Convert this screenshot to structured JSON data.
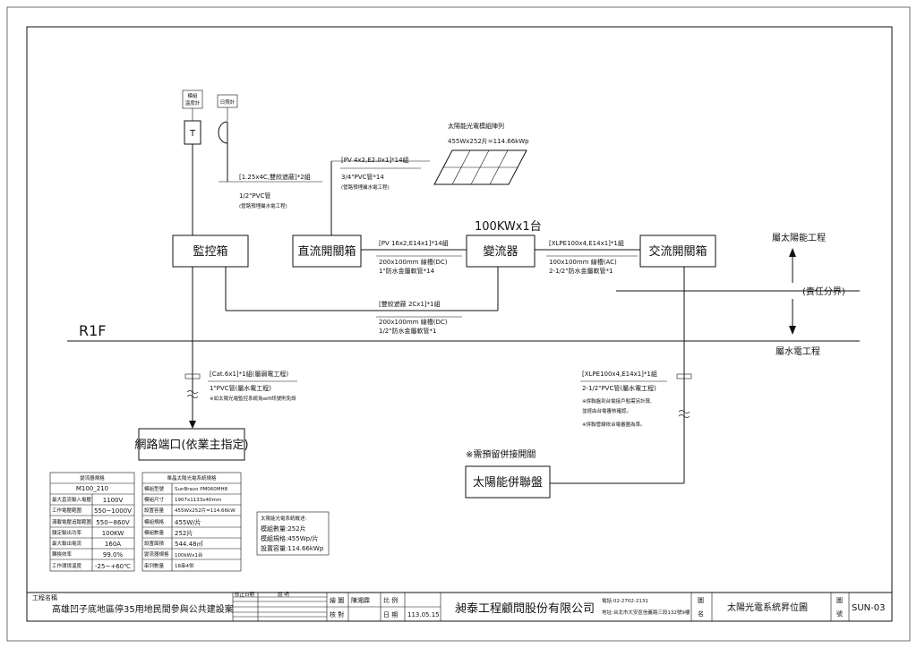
{
  "devices": {
    "temp_meter": {
      "label_1": "模組",
      "label_2": "溫度計",
      "symbol": "T"
    },
    "irradiance_meter": {
      "label": "日照計"
    }
  },
  "pv_array": {
    "title": "太陽能光電模組陣列",
    "capacity": "455Wx252片=114.66kWp"
  },
  "boxes": {
    "monitor": "監控箱",
    "dc_switch": "直流開關箱",
    "inverter": "變流器",
    "inverter_rating": "100KWx1台",
    "ac_switch": "交流開關箱",
    "network": "網路端口(依業主指定)",
    "parallel_panel": "太陽能併聯盤"
  },
  "cables": {
    "monitor_top": {
      "spec": "[1.25x4C,雙絞遮蔽]*2組",
      "conduit": "1/2\"PVC管",
      "note": "(管路預埋屬水電工程)"
    },
    "pv_to_dc": {
      "spec": "[PV 4x2,E2.0x1]*14組",
      "conduit": "3/4\"PVC管*14",
      "note": "(管路預埋屬水電工程)"
    },
    "dc_to_inv": {
      "spec": "[PV 16x2,E14x1]*14組",
      "tray": "200x100mm 線槽(DC)",
      "conduit": "1\"防水金屬軟管*14"
    },
    "inv_to_ac": {
      "spec": "[XLPE100x4,E14x1]*1組",
      "tray": "100x100mm 線槽(AC)",
      "conduit": "2-1/2\"防水金屬軟管*1"
    },
    "monitor_loop": {
      "spec": "[雙絞遮蔽 2Cx1]*1組",
      "tray": "200x100mm 線槽(DC)",
      "conduit": "1/2\"防水金屬軟管*1"
    },
    "network_down": {
      "spec": "[Cat.6x1]*1組(屬弱電工程)",
      "conduit": "1\"PVC管(屬水電工程)",
      "note": "※如太陽光電監控系統為wifi訊號則免設"
    },
    "ac_down": {
      "spec": "[XLPE100x4,E14x1]*1組",
      "conduit": "2-1/2\"PVC管(屬水電工程)",
      "note_1": "※併聯盤到台電接戶點需另計算,",
      "note_2": "並經由台電審核確認。",
      "note_3": "※併聯管線依台電審圖為準。"
    }
  },
  "labels": {
    "floor": "R1F",
    "solar_work": "屬太陽能工程",
    "boundary": "(責任分界)",
    "plumbing_work": "屬水電工程",
    "reserve_note": "※需預留併接開關"
  },
  "inverter_table": {
    "title": "變流器規格",
    "model": "M100_210",
    "rows": [
      {
        "k": "最大直流輸入電壓",
        "v": "1100V"
      },
      {
        "k": "工作電壓範圍",
        "v": "550~1000V"
      },
      {
        "k": "滿載電壓追蹤範圍",
        "v": "550~860V"
      },
      {
        "k": "額定輸出功率",
        "v": "100KW"
      },
      {
        "k": "最大輸出電流",
        "v": "160A"
      },
      {
        "k": "轉換效率",
        "v": "99.0%"
      },
      {
        "k": "工作環境溫度",
        "v": "-25~+60℃"
      }
    ]
  },
  "module_table": {
    "title": "單晶太陽光電系統規格",
    "rows": [
      {
        "k": "模組型號",
        "v": "SunBravo PM060MH8"
      },
      {
        "k": "模組尺寸",
        "v": "1907x1133x40mm"
      },
      {
        "k": "設置容量",
        "v": "455Wx252片=114.66kW"
      },
      {
        "k": "模組規格",
        "v": "455W/片"
      },
      {
        "k": "模組數量",
        "v": "252片"
      },
      {
        "k": "設置面積",
        "v": "544.48㎡"
      },
      {
        "k": "變流器規格",
        "v": "100kWx1台"
      },
      {
        "k": "串列數量",
        "v": "18串4併"
      }
    ]
  },
  "summary": {
    "title": "太陽能光電系統概述:",
    "line_1": "模組數量:252片",
    "line_2": "模組規格:455Wp/片",
    "line_3": "設置容量:114.66kWp"
  },
  "titleblock": {
    "project_label": "工程名稱",
    "project_name": "高雄凹子底地區停35用地民間參與公共建設案",
    "revision_date": "修正日期",
    "revision_desc": "說 明",
    "drawn_label": "繪 圖",
    "drawn_by": "陳湘霖",
    "checked_label": "核 對",
    "scale_label": "比 例",
    "date_label": "日 期",
    "date": "113.05.15",
    "company": "昶泰工程顧問股份有限公司",
    "tel": "電話:02-2702-2131",
    "address": "地址:台北市大安區信義路三段132號9樓",
    "drawing_name_label_1": "圖",
    "drawing_name_label_2": "名",
    "drawing_name": "太陽光電系統昇位圖",
    "drawing_no_label_1": "圖",
    "drawing_no_label_2": "號",
    "drawing_no": "SUN-03"
  }
}
